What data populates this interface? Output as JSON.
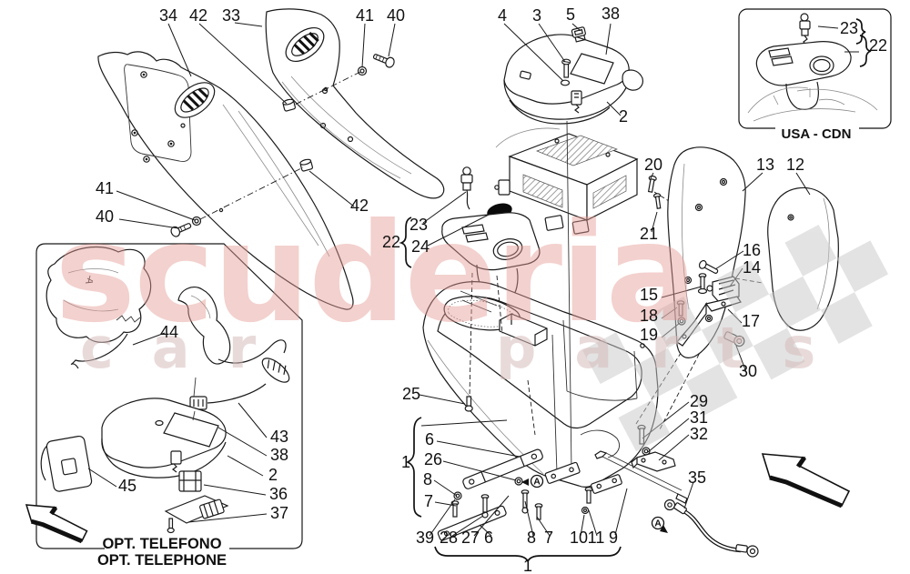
{
  "watermark": {
    "brand": "scuderia",
    "word_left": "car",
    "word_right": "parts",
    "brand_color": "#e59a95",
    "words_color": "#d8bcbc",
    "checker_color": "#c9c9c9"
  },
  "usa_box": {
    "caption": "USA - CDN",
    "n23": "23",
    "n22": "22"
  },
  "telephone_box": {
    "caption_line1": "OPT. TELEFONO",
    "caption_line2": "OPT. TELEPHONE"
  },
  "view_marker": {
    "letter": "A"
  },
  "callouts": [
    {
      "id": "34",
      "label": "34"
    },
    {
      "id": "42-top",
      "label": "42"
    },
    {
      "id": "33",
      "label": "33"
    },
    {
      "id": "41-top",
      "label": "41"
    },
    {
      "id": "40-top",
      "label": "40"
    },
    {
      "id": "4",
      "label": "4"
    },
    {
      "id": "3",
      "label": "3"
    },
    {
      "id": "5",
      "label": "5"
    },
    {
      "id": "38-lid",
      "label": "38"
    },
    {
      "id": "2-lid",
      "label": "2"
    },
    {
      "id": "20",
      "label": "20"
    },
    {
      "id": "13",
      "label": "13"
    },
    {
      "id": "12",
      "label": "12"
    },
    {
      "id": "21",
      "label": "21"
    },
    {
      "id": "41-left",
      "label": "41"
    },
    {
      "id": "40-left",
      "label": "40"
    },
    {
      "id": "42-mid",
      "label": "42"
    },
    {
      "id": "23-center",
      "label": "23"
    },
    {
      "id": "22-center",
      "label": "22"
    },
    {
      "id": "24",
      "label": "24"
    },
    {
      "id": "16",
      "label": "16"
    },
    {
      "id": "14",
      "label": "14"
    },
    {
      "id": "15",
      "label": "15"
    },
    {
      "id": "18",
      "label": "18"
    },
    {
      "id": "19",
      "label": "19"
    },
    {
      "id": "17",
      "label": "17"
    },
    {
      "id": "30",
      "label": "30"
    },
    {
      "id": "44",
      "label": "44"
    },
    {
      "id": "25",
      "label": "25"
    },
    {
      "id": "29",
      "label": "29"
    },
    {
      "id": "31",
      "label": "31"
    },
    {
      "id": "32",
      "label": "32"
    },
    {
      "id": "43",
      "label": "43"
    },
    {
      "id": "38-box",
      "label": "38"
    },
    {
      "id": "2-box",
      "label": "2"
    },
    {
      "id": "36",
      "label": "36"
    },
    {
      "id": "37",
      "label": "37"
    },
    {
      "id": "45",
      "label": "45"
    },
    {
      "id": "35",
      "label": "35"
    },
    {
      "id": "1-group",
      "label": "1"
    },
    {
      "id": "6-group",
      "label": "6"
    },
    {
      "id": "26",
      "label": "26"
    },
    {
      "id": "8-group",
      "label": "8"
    },
    {
      "id": "7-group",
      "label": "7"
    },
    {
      "id": "39",
      "label": "39"
    },
    {
      "id": "28",
      "label": "28"
    },
    {
      "id": "27",
      "label": "27"
    },
    {
      "id": "6-bottom",
      "label": "6"
    },
    {
      "id": "8-bottom",
      "label": "8"
    },
    {
      "id": "7-bottom",
      "label": "7"
    },
    {
      "id": "10",
      "label": "10"
    },
    {
      "id": "11",
      "label": "11"
    },
    {
      "id": "9",
      "label": "9"
    },
    {
      "id": "1-bottom",
      "label": "1"
    }
  ]
}
